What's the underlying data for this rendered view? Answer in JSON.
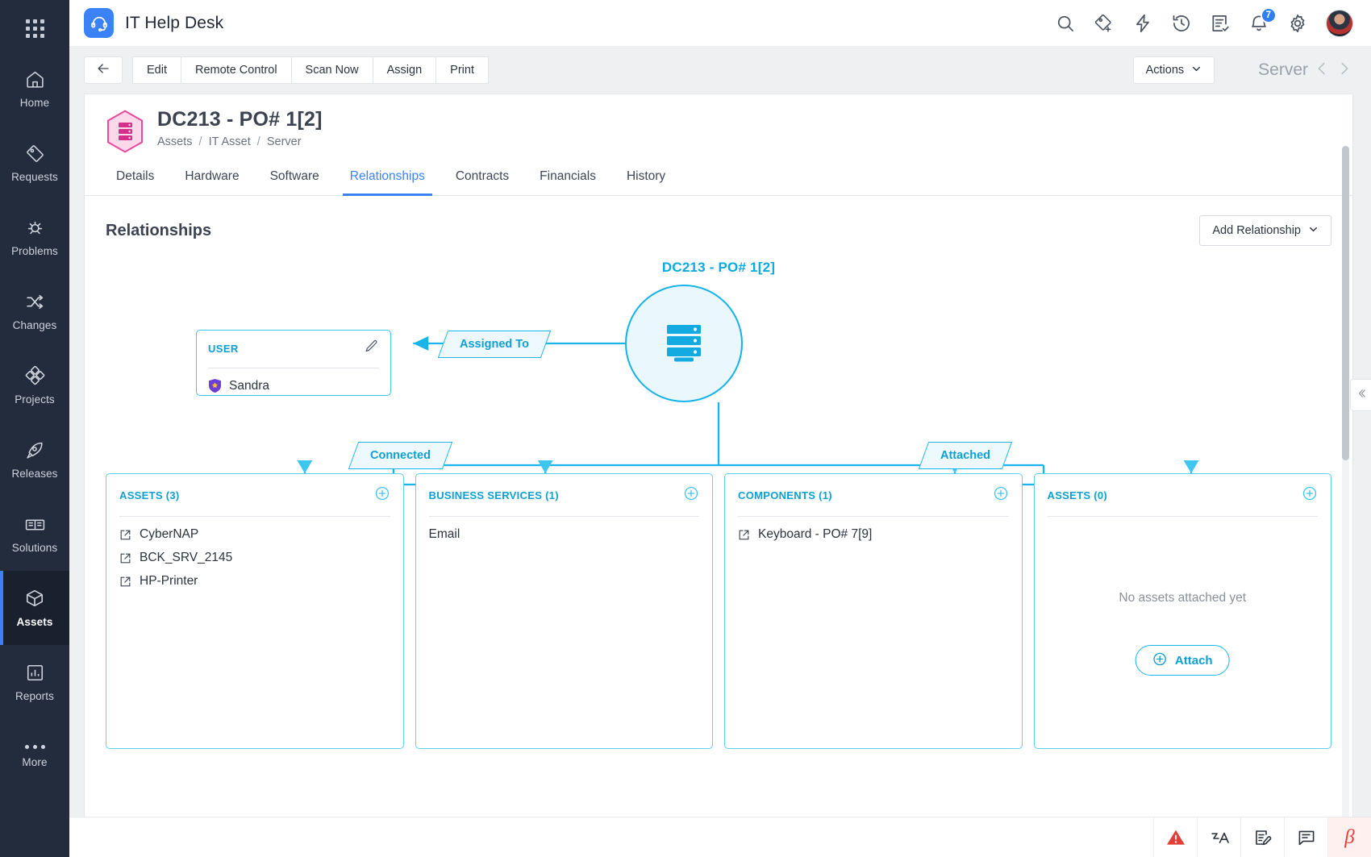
{
  "app": {
    "name": "IT Help Desk",
    "logo_icon": "headset-icon",
    "grid_icon": "app-switcher-icon"
  },
  "sidebar": {
    "items": [
      {
        "label": "Home",
        "icon": "home-icon",
        "active": false
      },
      {
        "label": "Requests",
        "icon": "ticket-icon",
        "active": false
      },
      {
        "label": "Problems",
        "icon": "bug-icon",
        "active": false
      },
      {
        "label": "Changes",
        "icon": "shuffle-icon",
        "active": false
      },
      {
        "label": "Projects",
        "icon": "projects-icon",
        "active": false
      },
      {
        "label": "Releases",
        "icon": "rocket-icon",
        "active": false
      },
      {
        "label": "Solutions",
        "icon": "book-icon",
        "active": false
      },
      {
        "label": "Assets",
        "icon": "cube-icon",
        "active": true
      },
      {
        "label": "Reports",
        "icon": "bar-chart-icon",
        "active": false
      },
      {
        "label": "More",
        "icon": "ellipsis-icon",
        "active": false
      }
    ]
  },
  "header": {
    "icons": [
      {
        "name": "search-icon"
      },
      {
        "name": "add-ticket-icon"
      },
      {
        "name": "flash-icon"
      },
      {
        "name": "history-icon"
      },
      {
        "name": "task-list-icon"
      },
      {
        "name": "bell-icon",
        "badge": "7"
      },
      {
        "name": "gear-icon"
      }
    ],
    "avatar": "user-avatar"
  },
  "toolbar": {
    "back_icon": "arrow-left-icon",
    "buttons": [
      "Edit",
      "Remote Control",
      "Scan Now",
      "Assign",
      "Print"
    ],
    "actions_label": "Actions",
    "record_type": "Server",
    "prev_icon": "chevron-left-icon",
    "next_icon": "chevron-right-icon"
  },
  "record": {
    "title": "DC213 - PO# 1[2]",
    "icon": "server-hex-icon",
    "breadcrumbs": [
      "Assets",
      "IT Asset",
      "Server"
    ]
  },
  "tabs": [
    {
      "label": "Details",
      "active": false
    },
    {
      "label": "Hardware",
      "active": false
    },
    {
      "label": "Software",
      "active": false
    },
    {
      "label": "Relationships",
      "active": true
    },
    {
      "label": "Contracts",
      "active": false
    },
    {
      "label": "Financials",
      "active": false
    },
    {
      "label": "History",
      "active": false
    }
  ],
  "section": {
    "title": "Relationships",
    "add_relationship_label": "Add Relationship"
  },
  "diagram": {
    "hub_title": "DC213 - PO# 1[2]",
    "hub_icon": "server-icon",
    "edge_labels": {
      "assigned_to": "Assigned To",
      "connected": "Connected",
      "attached": "Attached"
    },
    "user_card": {
      "title": "USER",
      "edit_icon": "pencil-icon",
      "items": [
        {
          "label": "Sandra",
          "icon": "shield-star-icon"
        }
      ]
    },
    "panels": [
      {
        "title": "ASSETS (3)",
        "add_icon": "plus-circle-icon",
        "items": [
          {
            "label": "CyberNAP",
            "icon": "external-link-icon"
          },
          {
            "label": "BCK_SRV_2145",
            "icon": "external-link-icon"
          },
          {
            "label": "HP-Printer",
            "icon": "external-link-icon"
          }
        ],
        "empty_text": "",
        "attach_label": ""
      },
      {
        "title": "BUSINESS SERVICES (1)",
        "add_icon": "plus-circle-icon",
        "items": [
          {
            "label": "Email",
            "icon": ""
          }
        ],
        "empty_text": "",
        "attach_label": ""
      },
      {
        "title": "COMPONENTS (1)",
        "add_icon": "plus-circle-icon",
        "items": [
          {
            "label": "Keyboard - PO# 7[9]",
            "icon": "external-link-icon"
          }
        ],
        "empty_text": "",
        "attach_label": ""
      },
      {
        "title": "ASSETS (0)",
        "add_icon": "plus-circle-icon",
        "items": [],
        "empty_text": "No assets attached yet",
        "attach_label": "Attach"
      }
    ]
  },
  "statusbar": {
    "items": [
      {
        "name": "alert-icon"
      },
      {
        "name": "annotate-icon"
      },
      {
        "name": "note-edit-icon"
      },
      {
        "name": "chat-icon"
      },
      {
        "name": "beta-icon",
        "glyph": "β"
      }
    ]
  },
  "colors": {
    "accent_blue": "#3b82f6",
    "diagram_cyan": "#19b5ea",
    "rail_bg": "#232c3d",
    "hex_pink": "#e84a9e",
    "badge_blue": "#2f7ef2",
    "alert_red": "#e1403a"
  }
}
